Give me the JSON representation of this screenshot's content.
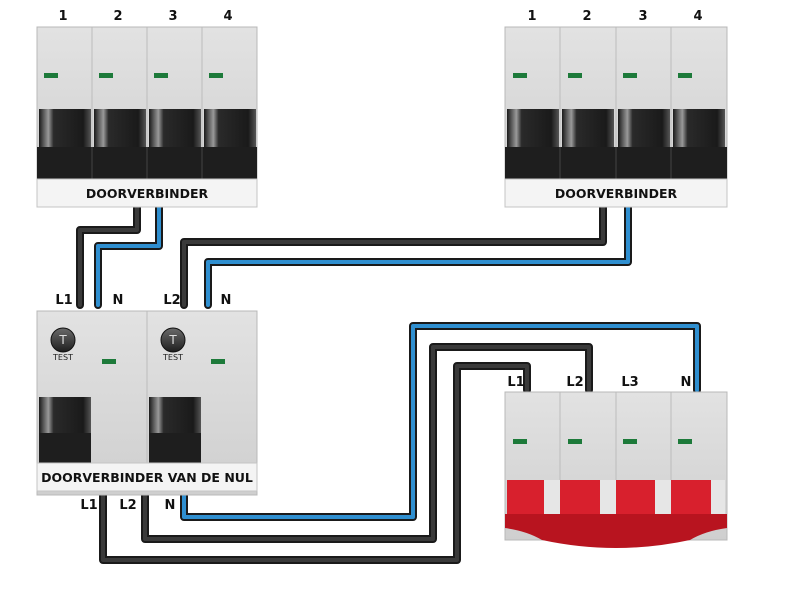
{
  "top_left_breaker": {
    "poles": [
      "1",
      "2",
      "3",
      "4"
    ],
    "label": "DOORVERBINDER"
  },
  "top_right_breaker": {
    "poles": [
      "1",
      "2",
      "3",
      "4"
    ],
    "label": "DOORVERBINDER"
  },
  "rcd": {
    "label": "DOORVERBINDER VAN DE NUL",
    "top_terminals": [
      "L1",
      "N",
      "L2",
      "N"
    ],
    "bottom_terminals": [
      "L1",
      "L2",
      "N"
    ],
    "test_label": "TEST",
    "test_button_letter": "T"
  },
  "red_breaker": {
    "terminals": [
      "L1",
      "L2",
      "L3",
      "N"
    ]
  },
  "colors": {
    "phase_wire": "#222222",
    "neutral_wire": "#2f8fd0",
    "breaker_body": "#d7d7d7",
    "indicator": "#1d7a3a",
    "red_bar": "#d8202d"
  }
}
